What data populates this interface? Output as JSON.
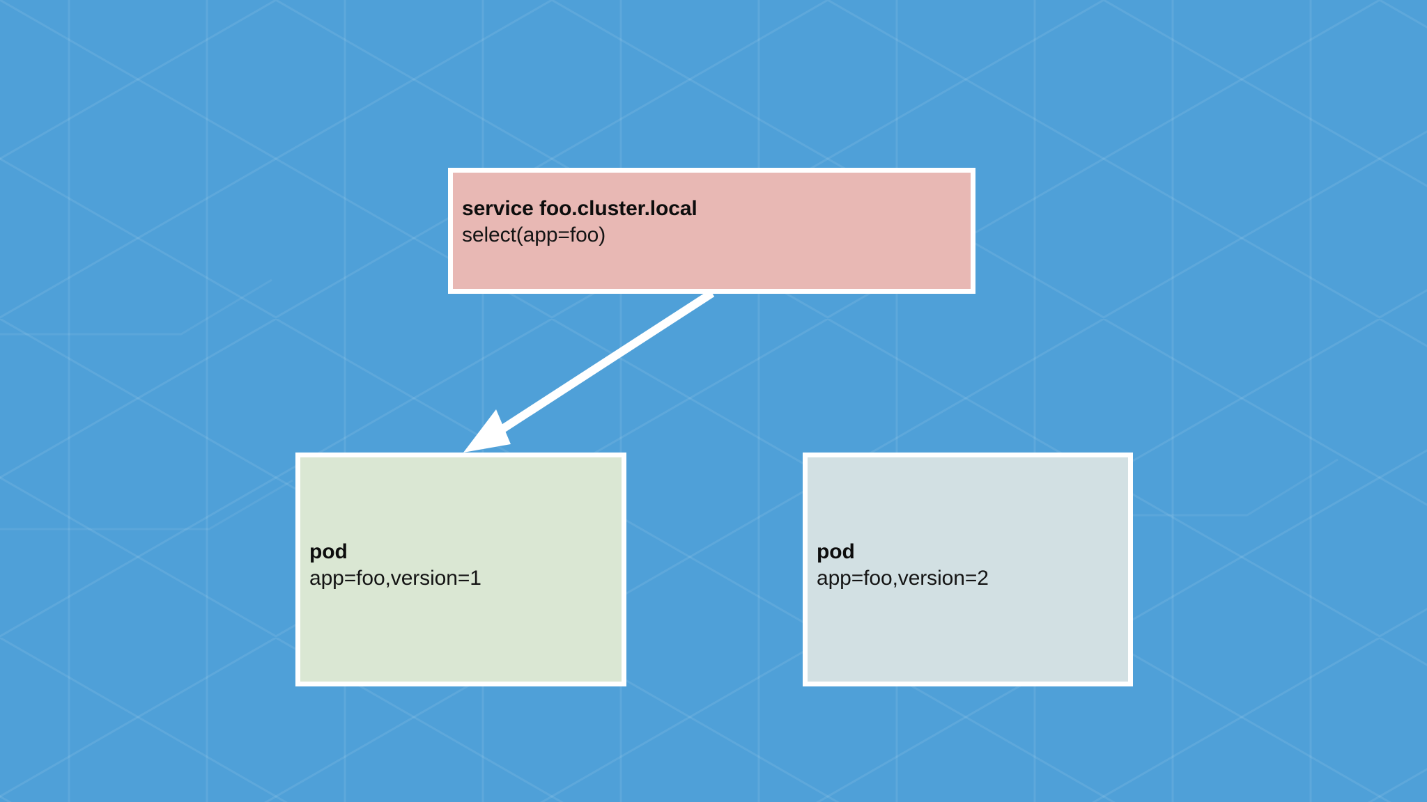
{
  "diagram": {
    "background_color": "#4FA0D8",
    "pattern": "hexagon-outline-pattern",
    "edge_color": "#FFFFFF",
    "nodes": [
      {
        "id": "service",
        "kind": "service",
        "title": "service foo.cluster.local",
        "subtitle": "select(app=foo)",
        "fill": "#E8B8B4",
        "border": "#FFFFFF"
      },
      {
        "id": "pod-1",
        "kind": "pod",
        "title": "pod",
        "subtitle": "app=foo,version=1",
        "fill": "#DAE7D3",
        "border": "#FFFFFF"
      },
      {
        "id": "pod-2",
        "kind": "pod",
        "title": "pod",
        "subtitle": "app=foo,version=2",
        "fill": "#D2E0E3",
        "border": "#FFFFFF"
      }
    ],
    "edges": [
      {
        "id": "service-to-pod-1",
        "from": "service",
        "to": "pod-1",
        "arrowhead": "filled-triangle",
        "color": "#FFFFFF"
      }
    ]
  }
}
